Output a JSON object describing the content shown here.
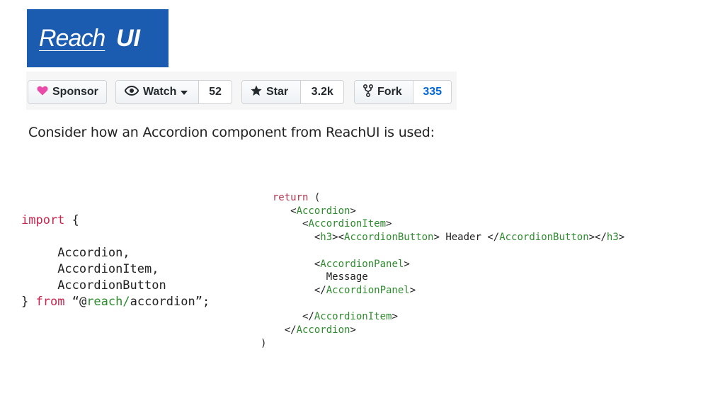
{
  "logo": {
    "reach": "Reach",
    "ui": "UI"
  },
  "buttons": {
    "sponsor": {
      "label": "Sponsor"
    },
    "watch": {
      "label": "Watch",
      "count": "52"
    },
    "star": {
      "label": "Star",
      "count": "3.2k"
    },
    "fork": {
      "label": "Fork",
      "count": "335"
    }
  },
  "caption": "Consider how an Accordion component from ReachUI is used:",
  "import_code": {
    "kw_import": "import",
    "open_brace": " {",
    "items": [
      "Accordion,",
      "AccordionItem,",
      "AccordionButton"
    ],
    "close_brace": "}",
    "kw_from": "from",
    "quote_open": "“@",
    "module_name": "reach/",
    "module_rest": "accordion”;"
  },
  "jsx_code": {
    "kw_return": "return",
    "paren_open": " (",
    "accordion": "Accordion",
    "accordion_item": "AccordionItem",
    "h3": "h3",
    "accordion_button": "AccordionButton",
    "header_text": " Header ",
    "accordion_panel": "AccordionPanel",
    "message_text": "Message",
    "paren_close": ")"
  },
  "colors": {
    "logo_bg": "#1b5bb0",
    "keyword": "#c7254e",
    "tag": "#2e8b2e",
    "fork_count": "#0366d6",
    "heart": "#ea4aaa"
  }
}
